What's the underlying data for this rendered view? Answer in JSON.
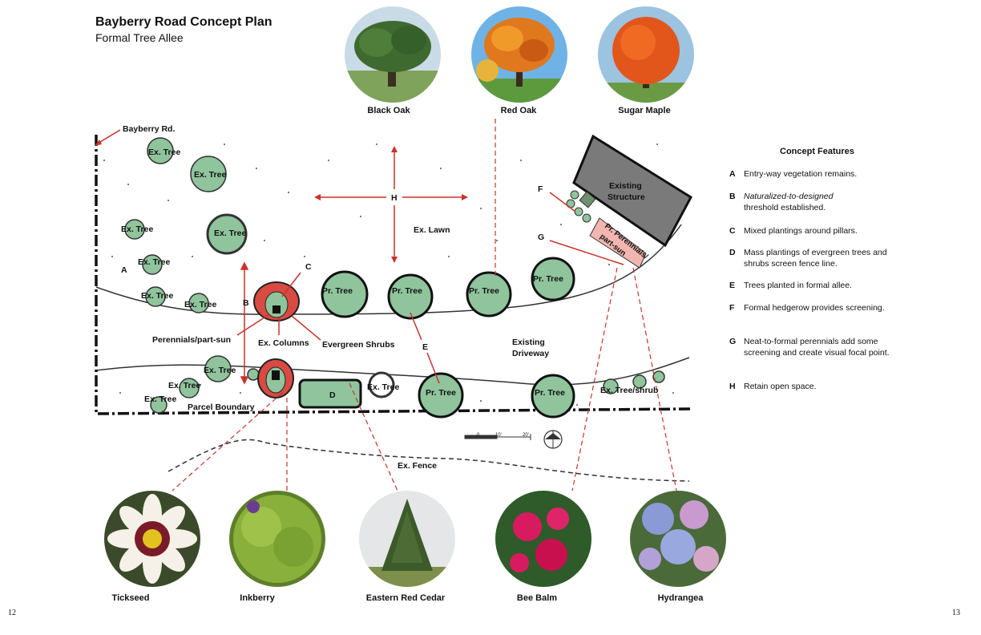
{
  "header": {
    "title": "Bayberry Road Concept Plan",
    "subtitle": "Formal Tree Allee"
  },
  "top_photos": [
    {
      "name": "Black Oak"
    },
    {
      "name": "Red Oak"
    },
    {
      "name": "Sugar Maple"
    }
  ],
  "bottom_photos": [
    {
      "name": "Tickseed"
    },
    {
      "name": "Inkberry"
    },
    {
      "name": "Eastern Red Cedar"
    },
    {
      "name": "Bee Balm"
    },
    {
      "name": "Hydrangea"
    }
  ],
  "plan": {
    "road_label": "Bayberry Rd.",
    "ex_tree": "Ex. Tree",
    "pr_tree": "Pr. Tree",
    "ex_lawn": "Ex. Lawn",
    "existing_structure_1": "Existing",
    "existing_structure_2": "Structure",
    "pr_perennials_1": "Pr. Perennials/",
    "pr_perennials_2": "part-sun",
    "perennials_part_sun": "Perennials/part-sun",
    "ex_columns": "Ex. Columns",
    "evergreen_shrubs": "Evergreen Shrubs",
    "existing_driveway_1": "Existing",
    "existing_driveway_2": "Driveway",
    "parcel_boundary": "Parcel Boundary",
    "ex_fence": "Ex. Fence",
    "ex_tree_shrub": "Ex. Tree/shrub",
    "letters": {
      "A": "A",
      "B": "B",
      "C": "C",
      "D": "D",
      "E": "E",
      "F": "F",
      "G": "G",
      "H": "H"
    },
    "scale_ticks": [
      "0",
      "10'",
      "20'"
    ]
  },
  "features": {
    "title": "Concept Features",
    "items": [
      {
        "key": "A",
        "text": "Entry-way vegetation remains."
      },
      {
        "key": "B",
        "text_italic": "Naturalized-to-designed",
        "text": "threshold established."
      },
      {
        "key": "C",
        "text": "Mixed plantings around pillars."
      },
      {
        "key": "D",
        "text": "Mass plantings of evergreen trees and shrubs screen fence line."
      },
      {
        "key": "E",
        "text": "Trees planted in formal allee."
      },
      {
        "key": "F",
        "text": "Formal hedgerow provides screening."
      },
      {
        "key": "G",
        "text": "Neat-to-formal perennials add some screening and create visual focal point."
      },
      {
        "key": "H",
        "text": "Retain open space."
      }
    ]
  },
  "pages": {
    "left": "12",
    "right": "13"
  },
  "colors": {
    "tree_fill": "#8fc49c",
    "accent_red": "#c8322a",
    "structure": "#6f6f6f"
  }
}
